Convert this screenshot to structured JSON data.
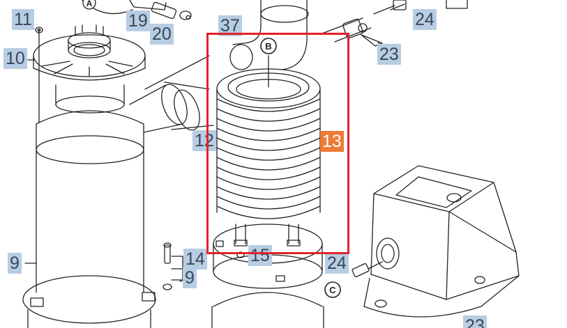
{
  "diagram": {
    "callouts": {
      "c11": "11",
      "c19": "19",
      "c20": "20",
      "c37": "37",
      "c24_top": "24",
      "c10": "10",
      "c23_top": "23",
      "c12": "12",
      "c13": "13",
      "c9_left": "9",
      "c14": "14",
      "c15": "15",
      "c24_mid": "24",
      "c9_small": "9",
      "c23_bottom": "23"
    },
    "markers": {
      "a": "A",
      "b": "B",
      "c": "C"
    },
    "highlighted_part": "13",
    "colors": {
      "callout_bg": "#b7cde3",
      "callout_text": "#3a4656",
      "highlight_bg": "#ec7b35",
      "selection_border": "#e0232b"
    }
  }
}
